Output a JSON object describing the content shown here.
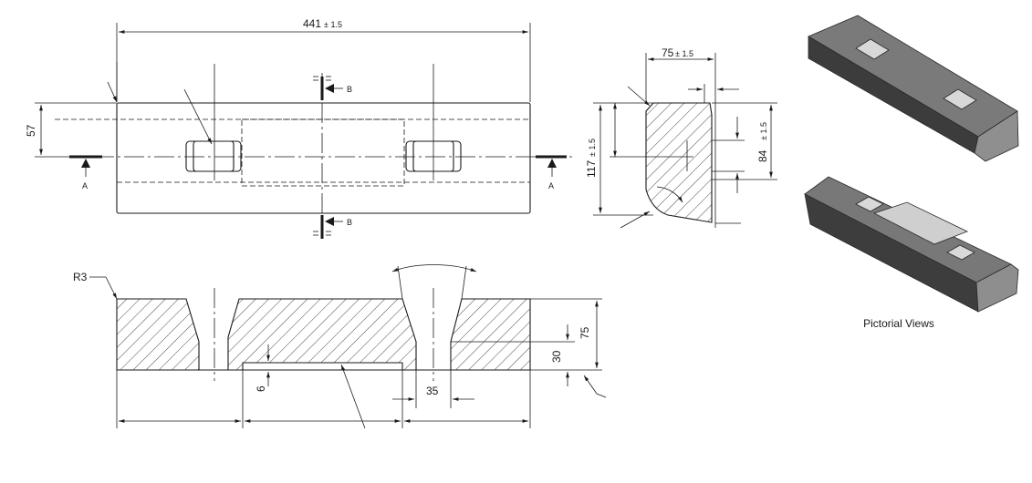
{
  "dimensions": {
    "overall_length": {
      "value": "441",
      "tol": "± 1.5"
    },
    "height_57": "57",
    "width_top": {
      "value": "75",
      "tol": "± 1.5"
    },
    "height_117": {
      "value": "117",
      "tol": "± 1.5"
    },
    "height_84": {
      "value": "84",
      "tol": "± 1.5"
    },
    "height_75": "75",
    "depth_30": "30",
    "depth_6": "6",
    "slot_35": "35",
    "radius": "R3"
  },
  "section_marks": {
    "A": "A",
    "B": "B"
  },
  "pictorial_views_caption": "Pictorial Views",
  "colors": {
    "line": "#1a1a1a",
    "block_top": "#6f6f6f",
    "block_side": "#3e3e3e",
    "block_end": "#8a8a8a"
  }
}
